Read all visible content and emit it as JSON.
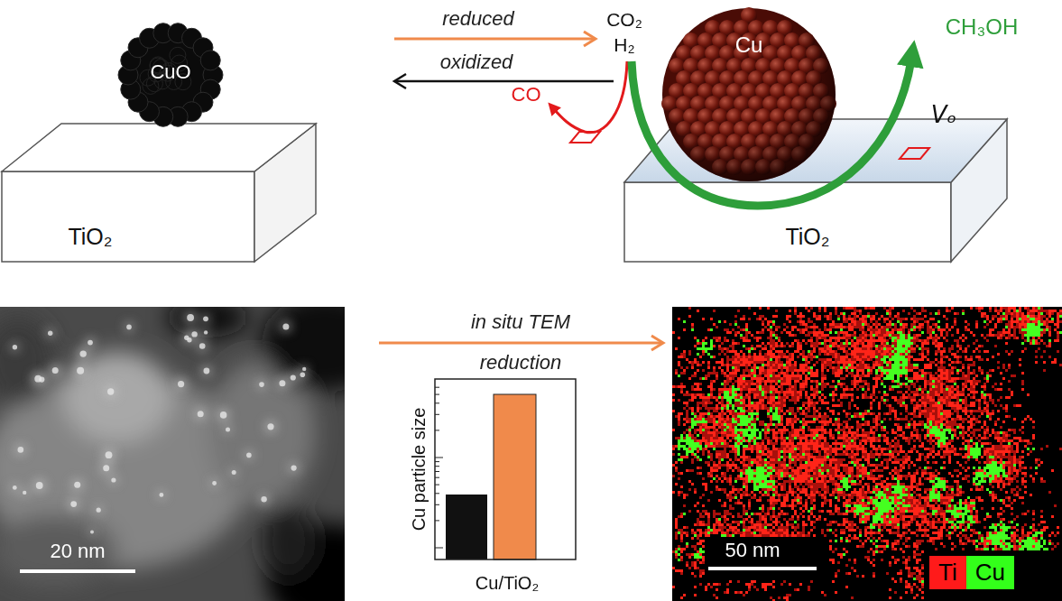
{
  "diagram": {
    "nodes": [
      {
        "text": [
          "CuO"
        ]
      },
      {
        "text": [
          "TiO₂"
        ]
      },
      {
        "text": [
          "Cu"
        ]
      },
      {
        "text": [
          "TiO₂"
        ]
      }
    ],
    "labels": [
      "reduced",
      "oxidized",
      "CO₂",
      "H₂",
      "CO",
      "CH₃OH",
      "Vₒ",
      "20 nm",
      "in situ TEM",
      "reduction",
      "Cu particle size",
      "Cu/TiO₂",
      "50 nm"
    ],
    "legend": [
      {
        "text": "Ti",
        "color": "#ff1a1a"
      },
      {
        "text": "Cu",
        "color": "#33ff1a"
      }
    ]
  }
}
